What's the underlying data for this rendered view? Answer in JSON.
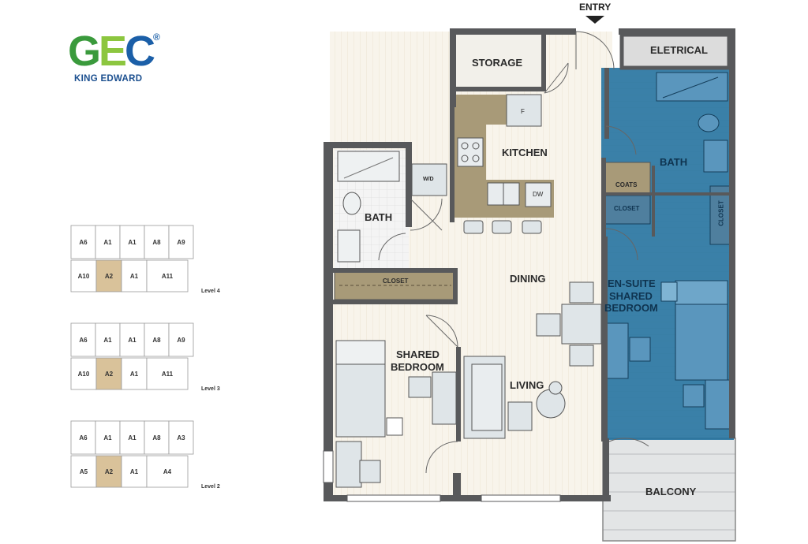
{
  "brand": {
    "logo_text": "GEC",
    "registered_mark": "®",
    "subtitle": "KING EDWARD",
    "colors": {
      "g": "#3a9a3c",
      "e": "#8cc63f",
      "c": "#1b5fa8",
      "subtitle": "#1b4f8f"
    }
  },
  "entry_label": "ENTRY",
  "rooms": {
    "storage": "STORAGE",
    "electrical": "ELETRICAL",
    "kitchen": "KITCHEN",
    "fridge": "F",
    "dishwasher": "DW",
    "washer_dryer": "W/D",
    "bath_left": "BATH",
    "bath_right": "BATH",
    "coats": "COATS",
    "closet_right": "CLOSET",
    "closet_vertical": "CLOSET",
    "closet_left": "CLOSET",
    "dining": "DINING",
    "ensuite_line1": "EN-SUITE",
    "ensuite_line2": "SHARED",
    "ensuite_line3": "BEDROOM",
    "shared_line1": "SHARED",
    "shared_line2": "BEDROOM",
    "living": "LIVING",
    "balcony": "BALCONY"
  },
  "colors": {
    "wall": "#58595b",
    "floor": "#f7f3ea",
    "plank": "#ece6d6",
    "highlight": "#1f6f9e",
    "counter": "#a89a78",
    "fixture": "#dfe5e8",
    "keyplan_unit": "#d9c29a"
  },
  "keyplans": [
    {
      "level": "Level 4",
      "row1": [
        "A6",
        "A1",
        "A1",
        "A8",
        "A9"
      ],
      "row2": [
        "A10",
        "A2",
        "A1",
        "A11"
      ]
    },
    {
      "level": "Level 3",
      "row1": [
        "A6",
        "A1",
        "A1",
        "A8",
        "A9"
      ],
      "row2": [
        "A10",
        "A2",
        "A1",
        "A11"
      ]
    },
    {
      "level": "Level 2",
      "row1": [
        "A6",
        "A1",
        "A1",
        "A8",
        "A3"
      ],
      "row2": [
        "A5",
        "A2",
        "A1",
        "A4"
      ]
    }
  ]
}
